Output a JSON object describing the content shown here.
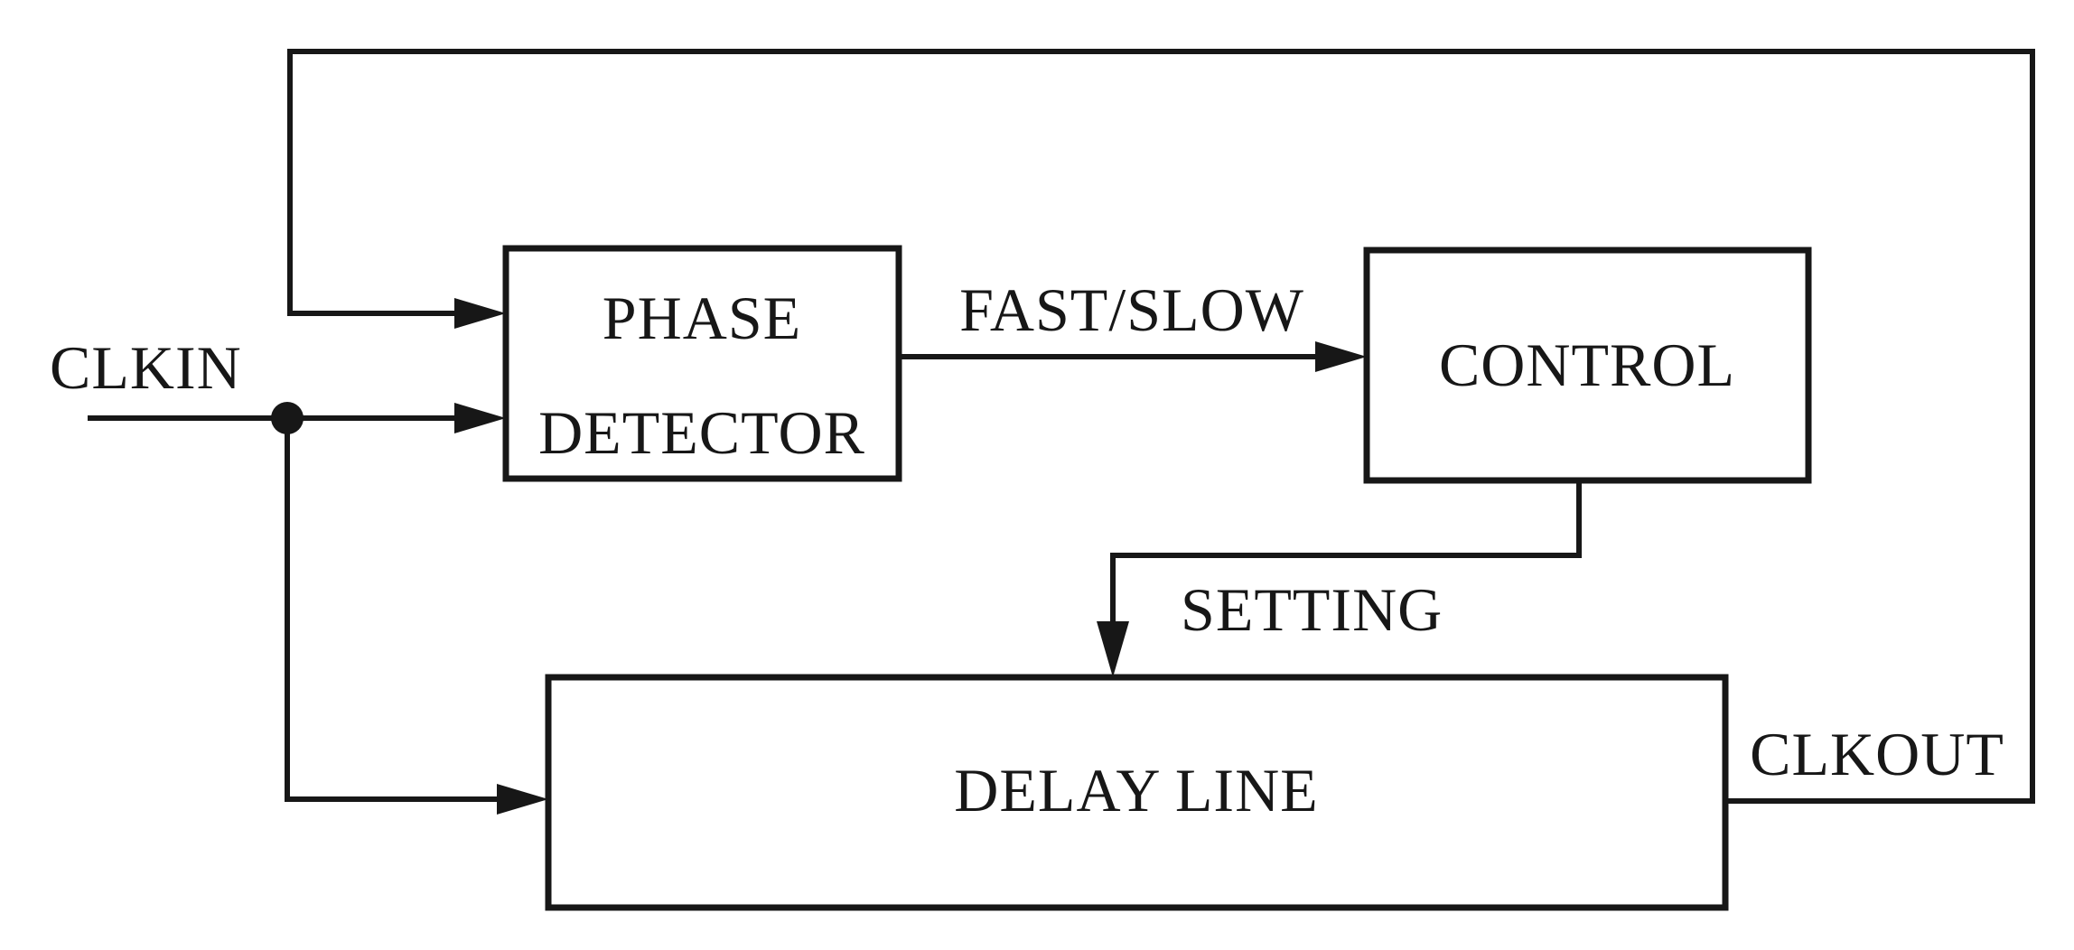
{
  "blocks": {
    "phase_detector": {
      "line1": "PHASE",
      "line2": "DETECTOR"
    },
    "control": {
      "label": "CONTROL"
    },
    "delay_line": {
      "label": "DELAY LINE"
    }
  },
  "signals": {
    "clkin": "CLKIN",
    "fast_slow": "FAST/SLOW",
    "setting": "SETTING",
    "clkout": "CLKOUT"
  },
  "colors": {
    "ink": "#171717",
    "background": "#ffffff"
  }
}
